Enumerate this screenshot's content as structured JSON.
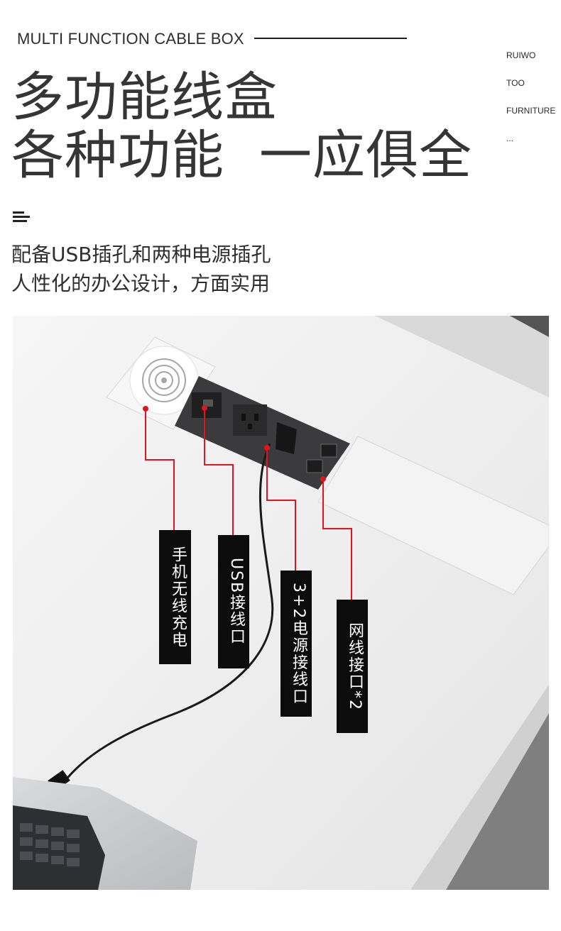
{
  "header": {
    "eyebrow": "MULTI FUNCTION CABLE BOX",
    "title_line1": "多功能线盒",
    "title_line2": "各种功能  一应俱全"
  },
  "brand": {
    "lines": [
      "RUIWO",
      "TOO",
      "FURNITURE",
      "..."
    ]
  },
  "intro": {
    "line1": "配备USB插孔和两种电源插孔",
    "line2": "人性化的办公设计，方面实用"
  },
  "callouts": {
    "wireless": "手机无线充电",
    "usb": "USB接线口",
    "power": "3+2电源接线口",
    "network": "网线接口*2"
  },
  "colors": {
    "accent": "#e2141b",
    "label_bg": "#0c0c0c"
  },
  "icons": [
    "menu-icon"
  ]
}
